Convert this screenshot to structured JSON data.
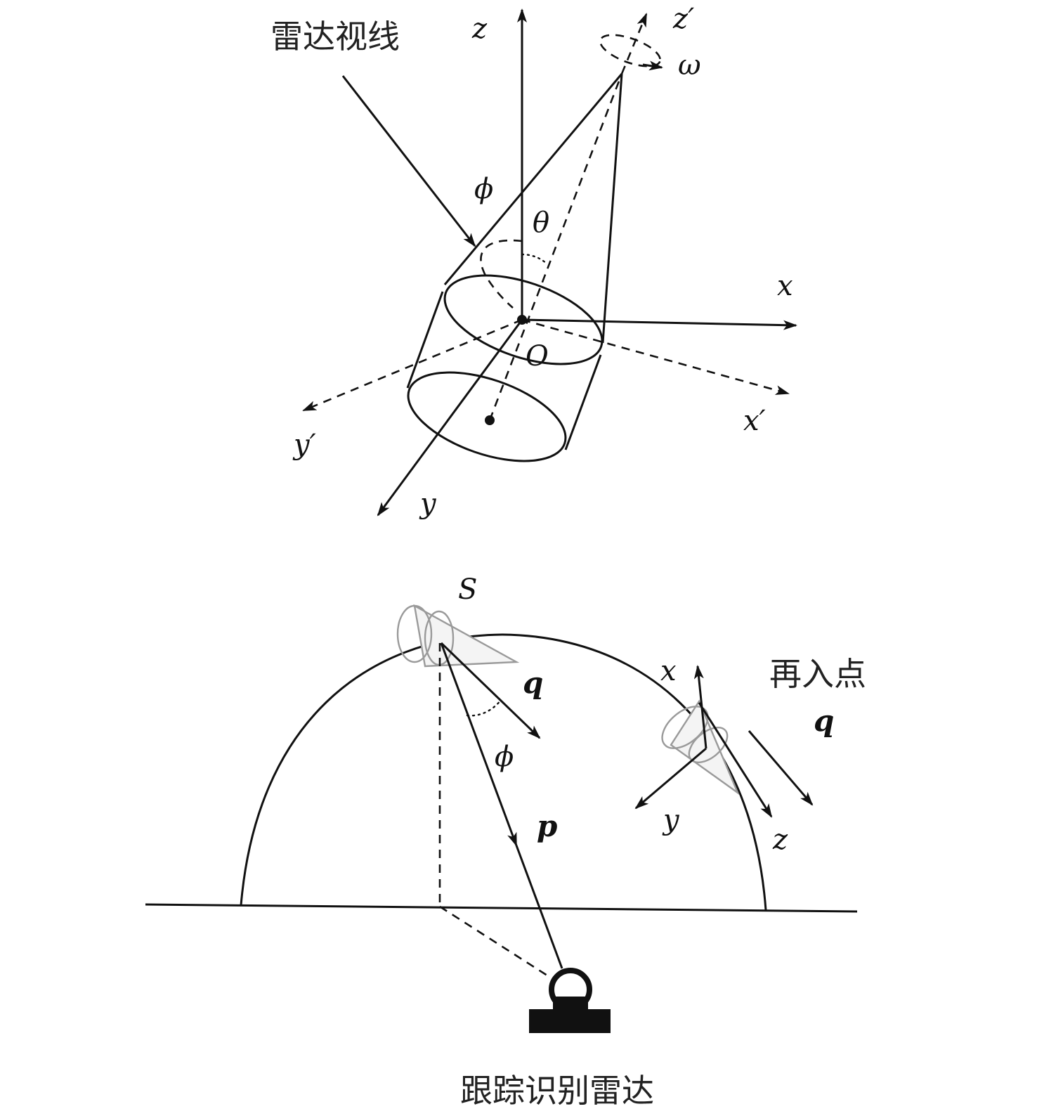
{
  "top_figure": {
    "callout_label": "雷达视线",
    "axis_z": "z",
    "axis_z_prime": "z′",
    "spin_rate": "ω",
    "angle_phi": "ϕ",
    "angle_theta": "θ",
    "axis_x": "x",
    "axis_x_prime": "x′",
    "axis_y": "y",
    "axis_y_prime": "y′",
    "origin": "O"
  },
  "bottom_figure": {
    "point_s": "S",
    "reentry_label": "再入点",
    "vector_q": "q",
    "vector_q_right": "q",
    "angle_phi": "ϕ",
    "vector_p": "p",
    "body_x": "x",
    "body_y": "y",
    "body_z": "z",
    "radar_label": "跟踪识别雷达"
  }
}
